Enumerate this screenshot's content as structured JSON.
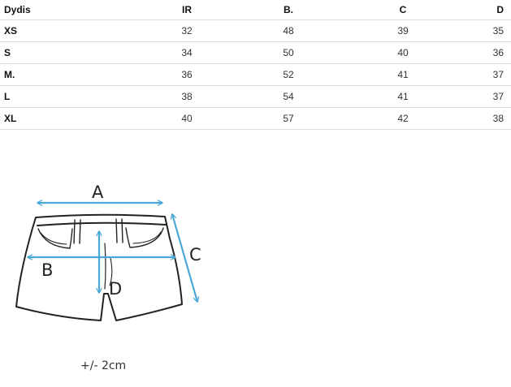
{
  "table": {
    "headers": [
      "Dydis",
      "IR",
      "B.",
      "C",
      "D"
    ],
    "rows": [
      {
        "size": "XS",
        "values": [
          "32",
          "48",
          "39",
          "35"
        ]
      },
      {
        "size": "S",
        "values": [
          "34",
          "50",
          "40",
          "36"
        ]
      },
      {
        "size": "M.",
        "values": [
          "36",
          "52",
          "41",
          "37"
        ]
      },
      {
        "size": "L",
        "values": [
          "38",
          "54",
          "41",
          "37"
        ]
      },
      {
        "size": "XL",
        "values": [
          "40",
          "57",
          "42",
          "38"
        ]
      }
    ]
  },
  "diagram": {
    "label_a": "A",
    "label_b": "B",
    "label_c": "C",
    "label_d": "D",
    "arrow_color": "#4aa8d8",
    "outline_color": "#222222"
  },
  "tolerance": "+/- 2cm"
}
